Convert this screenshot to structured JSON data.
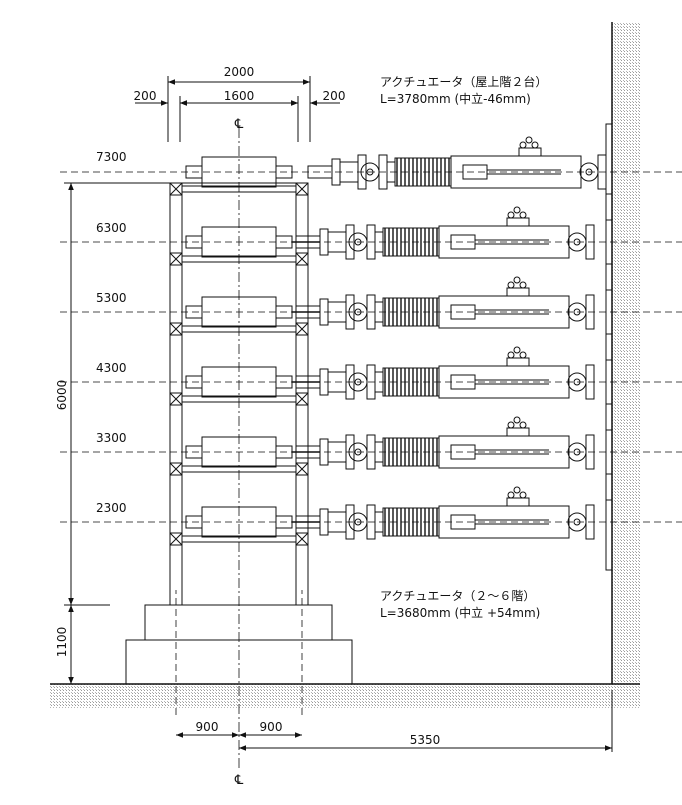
{
  "drawing": {
    "top_dims": {
      "overall": "2000",
      "left": "200",
      "center": "1600",
      "right": "200"
    },
    "centerline_symbol": "℄",
    "level_labels": [
      "7300",
      "6300",
      "5300",
      "4300",
      "3300",
      "2300"
    ],
    "height_dims": {
      "main": "6000",
      "base": "1100"
    },
    "bottom_dims": {
      "left": "900",
      "right": "900",
      "span": "5350"
    },
    "roof_actuator": {
      "title": "アクチュエータ（屋上階２台）",
      "length": "L=3780mm (中立-46mm)"
    },
    "floor_actuator": {
      "title": "アクチュエータ（２～６階）",
      "length": "L=3680mm (中立 +54mm)"
    }
  }
}
